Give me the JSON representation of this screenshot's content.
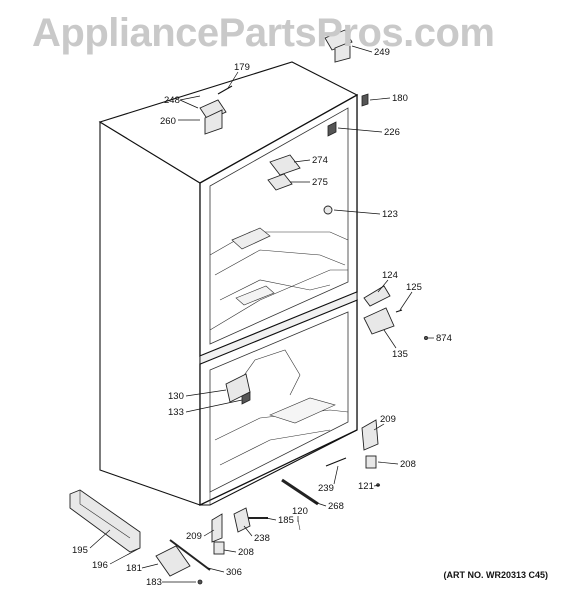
{
  "watermark": "AppliancePartsPros.com",
  "art_number": "(ART NO. WR20313 C45)",
  "callouts": [
    "179",
    "248",
    "260",
    "249",
    "180",
    "226",
    "274",
    "275",
    "123",
    "124",
    "125",
    "874",
    "135",
    "130",
    "133",
    "209",
    "208",
    "121",
    "239",
    "268",
    "120",
    "185",
    "238",
    "209",
    "208",
    "195",
    "196",
    "181",
    "183",
    "306"
  ]
}
